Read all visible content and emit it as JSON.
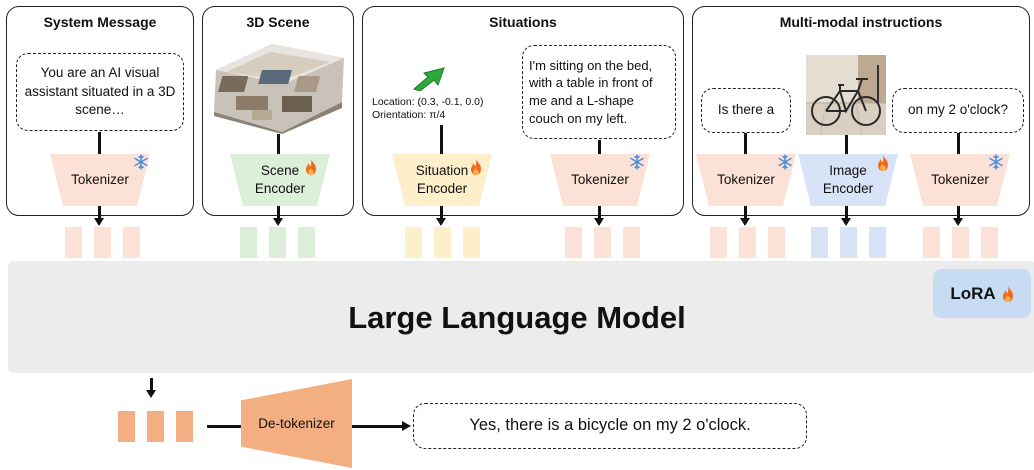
{
  "panels": {
    "system_message": {
      "title": "System Message",
      "text": "You are an AI visual assistant situated in a 3D scene…",
      "encoder": "Tokenizer"
    },
    "scene": {
      "title": "3D Scene",
      "encoder": "Scene Encoder"
    },
    "situations": {
      "title": "Situations",
      "location": "Location: (0.3, -0.1, 0.0)",
      "orientation": "Orientation: π/4",
      "encoder": "Situation Encoder",
      "text": "I'm sitting on the bed, with a table in front of me and a L-shape couch on my left.",
      "tokenizer": "Tokenizer"
    },
    "multimodal": {
      "title": "Multi-modal instructions",
      "text_left": "Is there a",
      "tokenizer_left": "Tokenizer",
      "encoder_image": "Image Encoder",
      "text_right": "on my 2 o'clock?",
      "tokenizer_right": "Tokenizer"
    }
  },
  "llm": {
    "label": "Large Language Model",
    "lora": "LoRA"
  },
  "output": {
    "detokenizer": "De-tokenizer",
    "response": "Yes, there is a bicycle on my 2 o'clock."
  },
  "icons": {
    "trainable": "flame-icon",
    "frozen": "snowflake-icon",
    "direction": "green-arrow-icon"
  },
  "colors": {
    "tokenizer": "#fbe1d6",
    "scene_encoder": "#dcefd8",
    "situation_encoder": "#fcefc9",
    "image_encoder": "#d9e3f7",
    "detokenizer": "#f3ae82",
    "llm": "#ececec",
    "lora": "#c7dcf2",
    "flame": "#f06a1c",
    "snowflake": "#4a90d9"
  }
}
